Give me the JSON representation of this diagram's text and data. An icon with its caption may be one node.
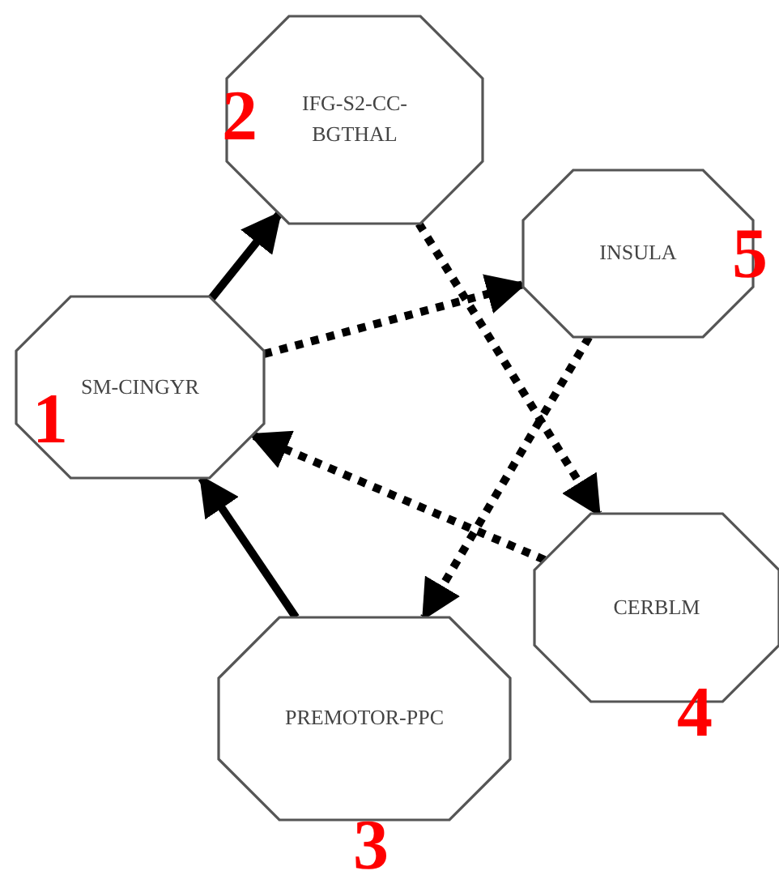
{
  "diagram": {
    "nodes": [
      {
        "text": [
          "IFG-S2-CC-BGTHAL"
        ]
      },
      {
        "text": [
          "INSULA"
        ]
      },
      {
        "text": [
          "SM-CINGYR"
        ]
      },
      {
        "text": [
          "CERBLM"
        ]
      },
      {
        "text": [
          "PREMOTOR-PPC"
        ]
      }
    ],
    "edges": [
      {
        "from": 2,
        "to": 0,
        "arrow": "to"
      },
      {
        "from": 2,
        "to": 1,
        "arrow": "to",
        "style": "dashed"
      },
      {
        "from": 0,
        "to": 3,
        "arrow": "to",
        "style": "dashed"
      },
      {
        "from": 1,
        "to": 4,
        "arrow": "to",
        "style": "dashed"
      },
      {
        "from": 3,
        "to": 2,
        "arrow": "to",
        "style": "dashed"
      },
      {
        "from": 4,
        "to": 2,
        "arrow": "to"
      }
    ],
    "labels": [
      "2",
      "5",
      "1",
      "4",
      "3"
    ]
  }
}
